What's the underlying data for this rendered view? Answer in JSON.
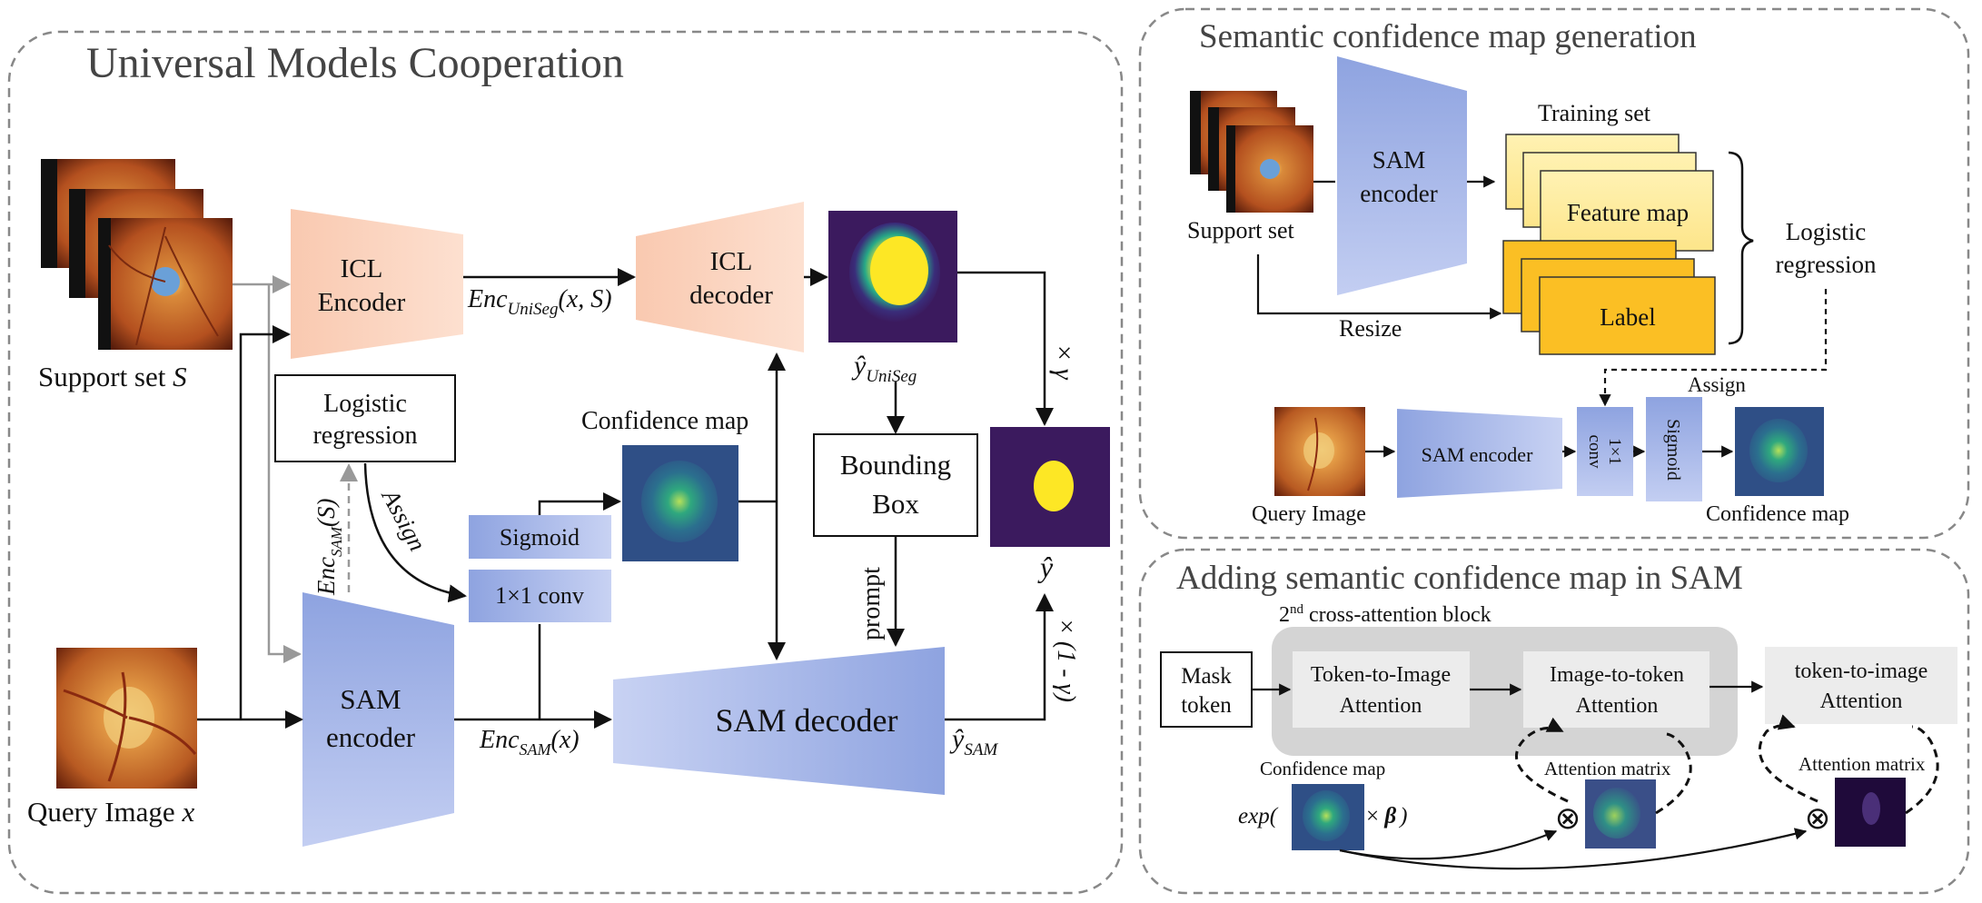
{
  "left": {
    "title": "Universal Models Cooperation",
    "support_set_label": "Support set ",
    "support_set_var": "S",
    "query_label": "Query Image ",
    "query_var": "x",
    "icl_encoder": [
      "ICL",
      "Encoder"
    ],
    "icl_decoder": [
      "ICL",
      "decoder"
    ],
    "enc_uniseg": {
      "base": "Enc",
      "sub": "UniSeg",
      "args": "(x, S)"
    },
    "y_uniseg": {
      "base": "ŷ",
      "sub": "UniSeg"
    },
    "times_gamma": "× γ",
    "logistic": [
      "Logistic",
      "regression"
    ],
    "confidence_map": "Confidence map",
    "bounding_box": [
      "Bounding",
      "Box"
    ],
    "assign": "Assign",
    "enc_sam_s": {
      "base": "Enc",
      "sub": "SAM",
      "args": "(S)"
    },
    "sigmoid": "Sigmoid",
    "conv": "1×1 conv",
    "y_hat": "ŷ",
    "prompt": "prompt",
    "times_one_minus_gamma": "× (1 - γ)",
    "sam_encoder": [
      "SAM",
      "encoder"
    ],
    "sam_decoder": "SAM decoder",
    "enc_sam_x": {
      "base": "Enc",
      "sub": "SAM",
      "args": "(x)"
    },
    "y_sam": {
      "base": "ŷ",
      "sub": "SAM"
    }
  },
  "top_right": {
    "title": "Semantic confidence map generation",
    "sam_encoder": [
      "SAM",
      "encoder"
    ],
    "training_set": "Training set",
    "feature_map": "Feature map",
    "label": "Label",
    "support_set": "Support set",
    "resize": "Resize",
    "logistic": [
      "Logistic",
      "regression"
    ],
    "assign": "Assign",
    "sam_encoder_small": "SAM encoder",
    "conv": [
      "1×1",
      "conv"
    ],
    "sigmoid": "Sigmoid",
    "query_image": "Query Image",
    "confidence_map": "Confidence map"
  },
  "bottom_right": {
    "title": "Adding semantic confidence map in SAM",
    "block_label": {
      "ordinal": "2",
      "sup": "nd",
      "rest": " cross-attention block"
    },
    "mask_token": [
      "Mask",
      "token"
    ],
    "token_to_image": [
      "Token-to-Image",
      "Attention"
    ],
    "image_to_token": [
      "Image-to-token",
      "Attention"
    ],
    "token_to_image_2": [
      "token-to-image",
      "Attention"
    ],
    "confidence_map": "Confidence map",
    "exp_prefix": "exp(",
    "times_beta": "× ",
    "beta": "β",
    "close_paren": ")",
    "attention_matrix_1": "Attention matrix",
    "attention_matrix_2": "Attention matrix",
    "otimes": "⊗"
  }
}
